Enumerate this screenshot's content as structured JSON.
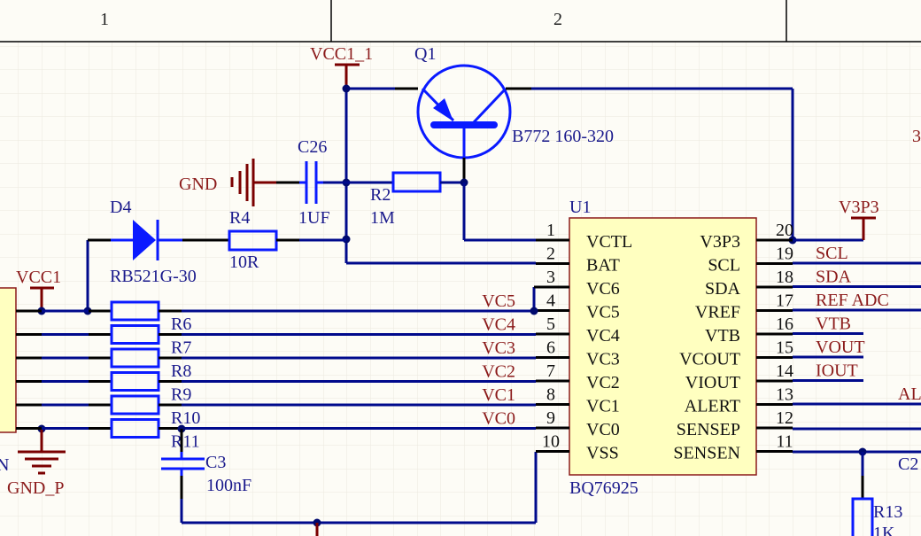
{
  "zones": {
    "col1": "1",
    "col2": "2"
  },
  "power": {
    "vcc1_1": "VCC1_1",
    "gnd": "GND",
    "vcc1": "VCC1",
    "v3p3": "V3P3",
    "gnd_p": "GND_P"
  },
  "components": {
    "q1": {
      "ref": "Q1",
      "value": "B772 160-320"
    },
    "c26": {
      "ref": "C26",
      "value": "1UF"
    },
    "r2": {
      "ref": "R2",
      "value": "1M"
    },
    "d4": {
      "ref": "D4",
      "value": "RB521G-30"
    },
    "r4": {
      "ref": "R4",
      "value": "10R"
    },
    "r6": {
      "ref": "R6"
    },
    "r7": {
      "ref": "R7"
    },
    "r8": {
      "ref": "R8"
    },
    "r9": {
      "ref": "R9"
    },
    "r10": {
      "ref": "R10"
    },
    "r11": {
      "ref": "R11"
    },
    "c3": {
      "ref": "C3",
      "value": "100nF"
    },
    "r13": {
      "ref": "R13",
      "value": "1K"
    },
    "c2x": {
      "ref": "C2"
    },
    "u1": {
      "ref": "U1",
      "value": "BQ76925"
    }
  },
  "u1_left_pins": [
    {
      "num": "1",
      "name": "VCTL"
    },
    {
      "num": "2",
      "name": "BAT"
    },
    {
      "num": "3",
      "name": "VC6"
    },
    {
      "num": "4",
      "name": "VC5"
    },
    {
      "num": "5",
      "name": "VC4"
    },
    {
      "num": "6",
      "name": "VC3"
    },
    {
      "num": "7",
      "name": "VC2"
    },
    {
      "num": "8",
      "name": "VC1"
    },
    {
      "num": "9",
      "name": "VC0"
    },
    {
      "num": "10",
      "name": "VSS"
    }
  ],
  "u1_right_pins": [
    {
      "num": "20",
      "name": "V3P3"
    },
    {
      "num": "19",
      "name": "SCL"
    },
    {
      "num": "18",
      "name": "SDA"
    },
    {
      "num": "17",
      "name": "VREF"
    },
    {
      "num": "16",
      "name": "VTB"
    },
    {
      "num": "15",
      "name": "VCOUT"
    },
    {
      "num": "14",
      "name": "VIOUT"
    },
    {
      "num": "13",
      "name": "ALERT"
    },
    {
      "num": "12",
      "name": "SENSEP"
    },
    {
      "num": "11",
      "name": "SENSEN"
    }
  ],
  "net_labels_left": [
    "VC5",
    "VC4",
    "VC3",
    "VC2",
    "VC1",
    "VC0"
  ],
  "net_labels_right": [
    "SCL",
    "SDA",
    "REF_ADC",
    "VTB",
    "VOUT",
    "IOUT",
    "AL"
  ],
  "misc": {
    "edge_n": "N",
    "edge_3": "3"
  }
}
